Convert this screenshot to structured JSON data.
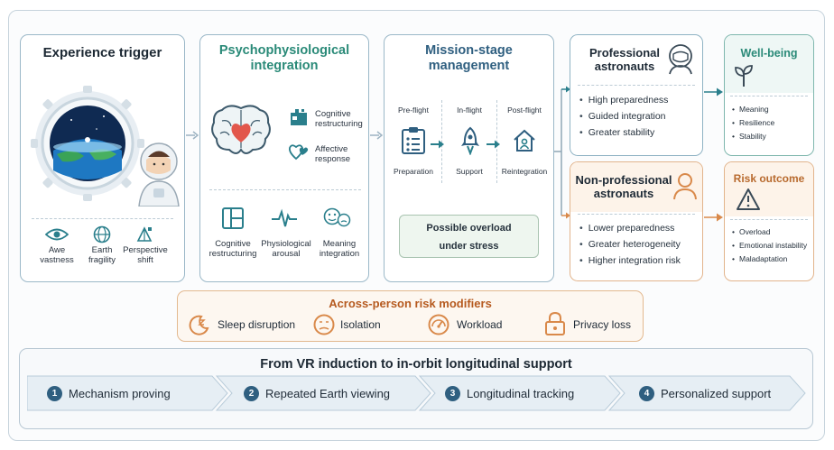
{
  "experience": {
    "title": "Experience trigger",
    "items": [
      {
        "label_l1": "Awe",
        "label_l2": "vastness",
        "icon": "eye-icon"
      },
      {
        "label_l1": "Earth",
        "label_l2": "fragility",
        "icon": "earth-icon"
      },
      {
        "label_l1": "Perspective",
        "label_l2": "shift",
        "icon": "perspective-icon"
      }
    ]
  },
  "psycho": {
    "title_l1": "Psychophysiological",
    "title_l2": "integration",
    "side": [
      {
        "label_l1": "Cognitive",
        "label_l2": "restructuring",
        "icon": "puzzle-icon"
      },
      {
        "label_l1": "Affective",
        "label_l2": "response",
        "icon": "hearts-icon"
      }
    ],
    "bottom": [
      {
        "label_l1": "Cognitive",
        "label_l2": "restructuring",
        "icon": "layout-icon"
      },
      {
        "label_l1": "Physiological",
        "label_l2": "arousal",
        "icon": "pulse-icon"
      },
      {
        "label_l1": "Meaning",
        "label_l2": "integration",
        "icon": "faces-icon"
      }
    ]
  },
  "mission": {
    "title_l1": "Mission-stage",
    "title_l2": "management",
    "stages": [
      {
        "phase": "Pre-flight",
        "label": "Preparation",
        "icon": "checklist-icon"
      },
      {
        "phase": "In-flight",
        "label": "Support",
        "icon": "rocket-icon"
      },
      {
        "phase": "Post-flight",
        "label": "Reintegration",
        "icon": "home-icon"
      }
    ],
    "overload_l1": "Possible overload",
    "overload_l2": "under stress"
  },
  "professional": {
    "title_l1": "Professional",
    "title_l2": "astronauts",
    "bullets": [
      "High preparedness",
      "Guided integration",
      "Greater stability"
    ]
  },
  "nonprofessional": {
    "title_l1": "Non-professional",
    "title_l2": "astronauts",
    "bullets": [
      "Lower preparedness",
      "Greater heterogeneity",
      "Higher integration risk"
    ]
  },
  "wellbeing": {
    "title": "Well-being",
    "bullets": [
      "Meaning",
      "Resilience",
      "Stability"
    ]
  },
  "risk": {
    "title": "Risk outcome",
    "bullets": [
      "Overload",
      "Emotional instability",
      "Maladaptation"
    ]
  },
  "modifiers": {
    "title": "Across-person risk modifiers",
    "items": [
      {
        "label": "Sleep disruption",
        "icon": "sleep-icon"
      },
      {
        "label": "Isolation",
        "icon": "isolation-icon"
      },
      {
        "label": "Workload",
        "icon": "gauge-icon"
      },
      {
        "label": "Privacy loss",
        "icon": "lock-icon"
      }
    ]
  },
  "roadmap": {
    "title": "From VR induction to in-orbit longitudinal support",
    "steps": [
      {
        "num": "1",
        "label": "Mechanism proving"
      },
      {
        "num": "2",
        "label": "Repeated Earth viewing"
      },
      {
        "num": "3",
        "label": "Longitudinal tracking"
      },
      {
        "num": "4",
        "label": "Personalized support"
      }
    ]
  },
  "colors": {
    "teal": "#2a8a8a",
    "navy": "#2f5f80",
    "orange": "#d9894a",
    "green_panel": "#eef6ef",
    "orange_panel": "#fdf3e9"
  }
}
